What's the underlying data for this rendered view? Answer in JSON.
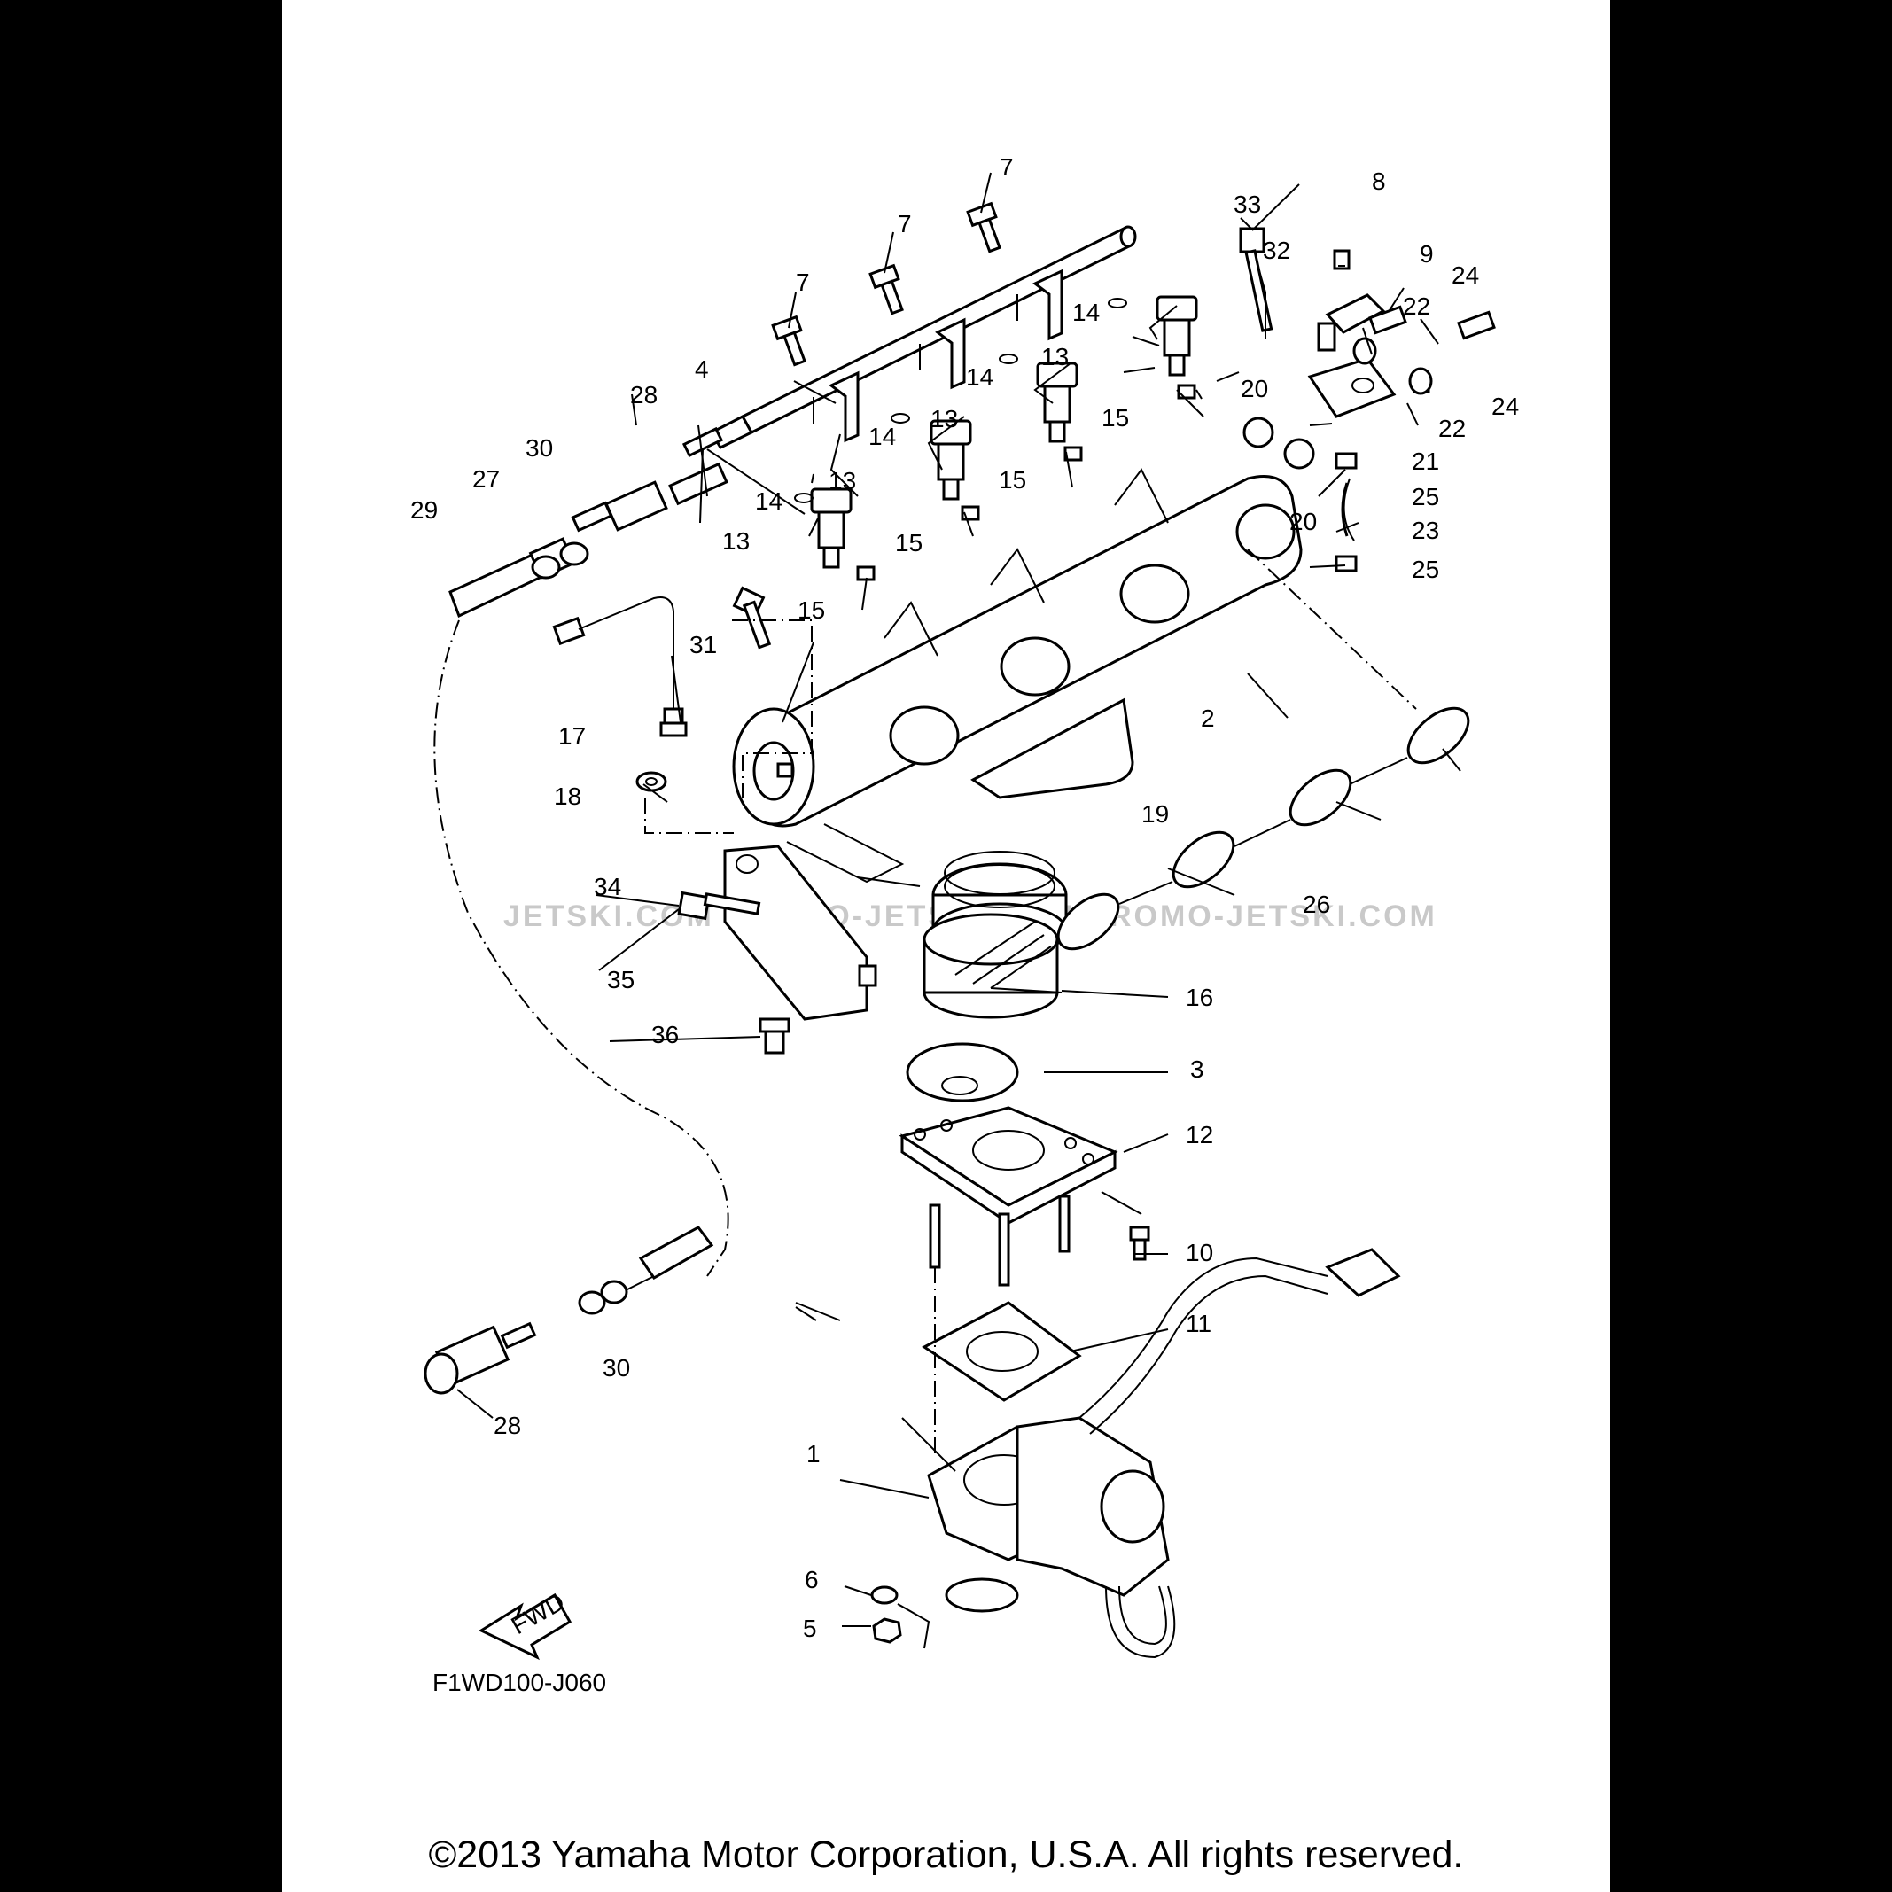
{
  "diagram": {
    "code": "F1WD100-J060",
    "fwd_badge": "FWD",
    "copyright": "©2013 Yamaha Motor Corporation, U.S.A. All rights reserved.",
    "watermark": "JETSKI.COM PROMO-JETSKI.COM PROMO-JETSKI.COM",
    "callouts": [
      "7",
      "7",
      "7",
      "8",
      "33",
      "32",
      "9",
      "24",
      "22",
      "24",
      "22",
      "14",
      "14",
      "13",
      "13",
      "15",
      "15",
      "4",
      "28",
      "30",
      "27",
      "29",
      "14",
      "13",
      "14",
      "13",
      "15",
      "20",
      "20",
      "21",
      "25",
      "23",
      "25",
      "15",
      "31",
      "2",
      "17",
      "18",
      "19",
      "26",
      "34",
      "35",
      "16",
      "36",
      "3",
      "12",
      "10",
      "11",
      "30",
      "28",
      "1",
      "6",
      "5"
    ]
  }
}
